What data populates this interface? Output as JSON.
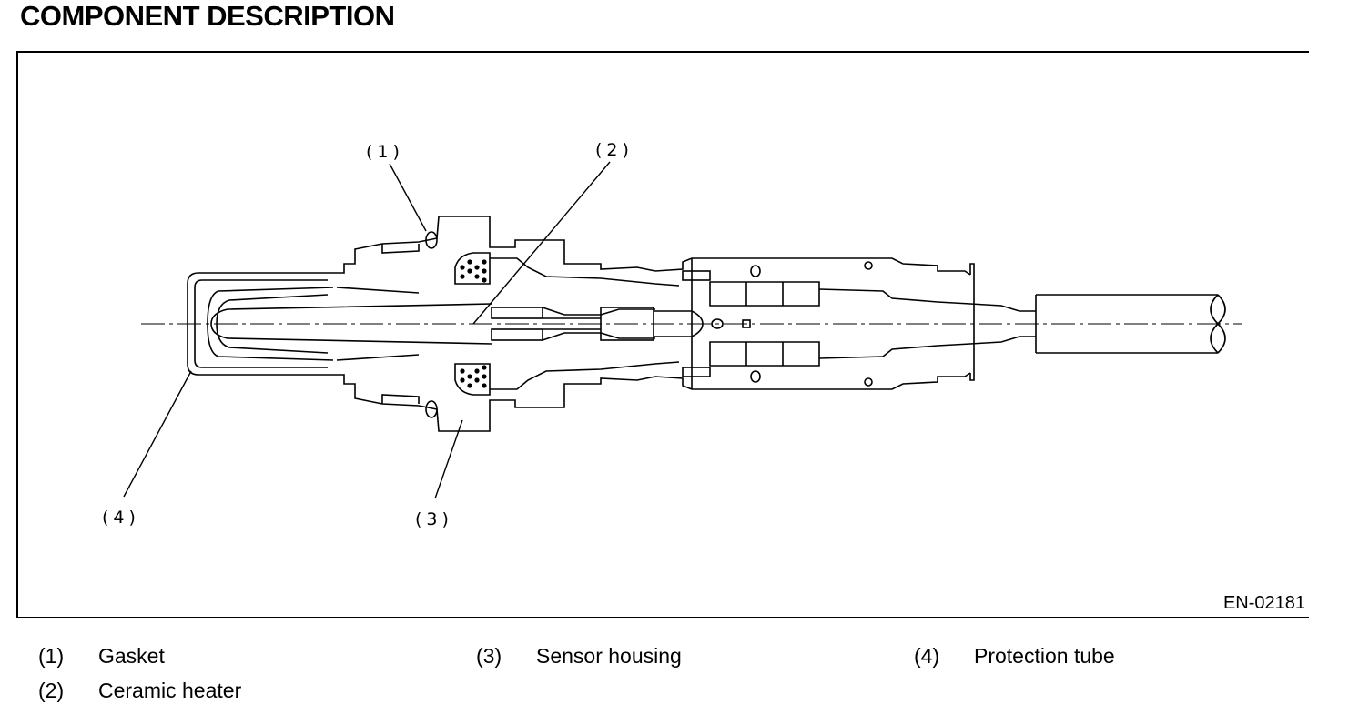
{
  "heading": "COMPONENT DESCRIPTION",
  "figure": {
    "figure_id": "EN-02181",
    "callouts": [
      "(1)",
      "(2)",
      "(3)",
      "(4)"
    ]
  },
  "legend": [
    {
      "num": "(1)",
      "label": "Gasket"
    },
    {
      "num": "(2)",
      "label": "Ceramic heater"
    },
    {
      "num": "(3)",
      "label": "Sensor housing"
    },
    {
      "num": "(4)",
      "label": "Protection tube"
    }
  ]
}
